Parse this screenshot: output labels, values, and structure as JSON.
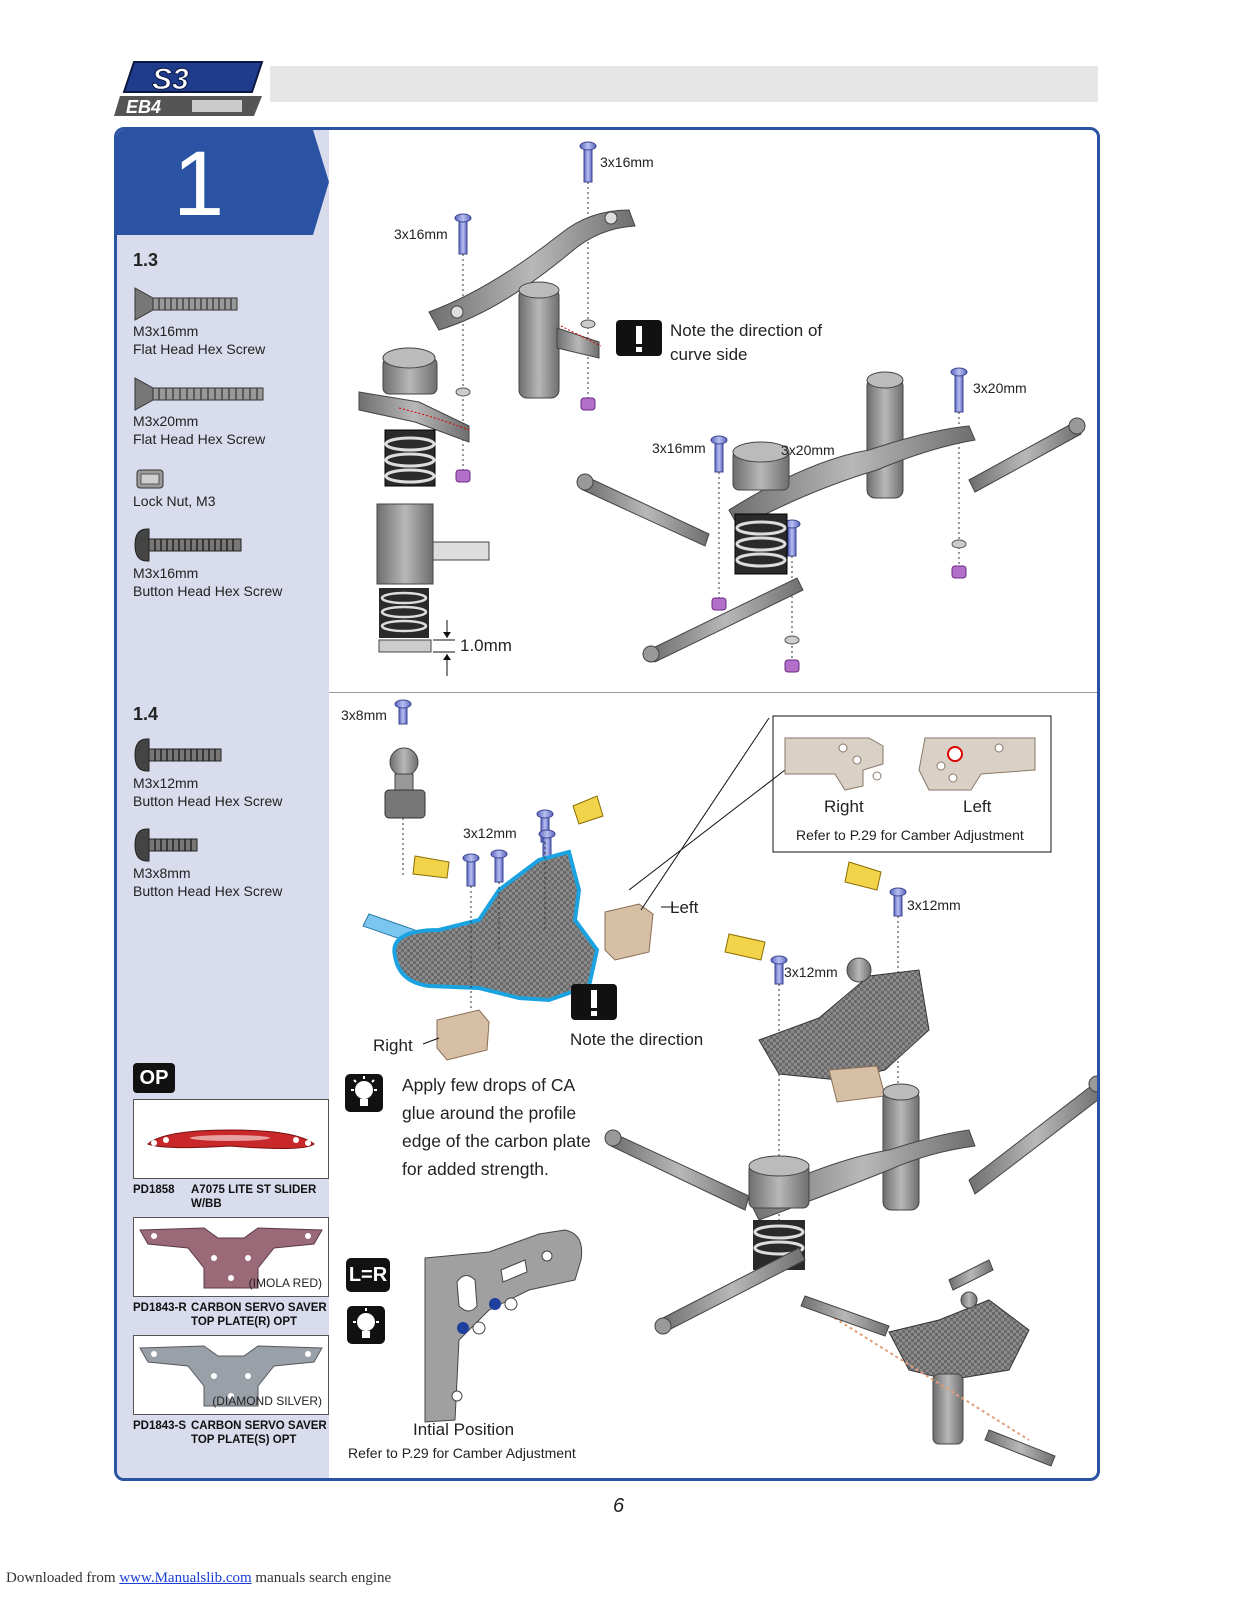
{
  "logo_text": "S3 EB4",
  "step": {
    "number": "1"
  },
  "section_1_3": {
    "heading": "1.3",
    "parts": [
      {
        "size": "M3x16mm",
        "name": "Flat Head Hex Screw",
        "icon": "flat-head-screw-icon"
      },
      {
        "size": "M3x20mm",
        "name": "Flat Head Hex Screw",
        "icon": "flat-head-screw-icon"
      },
      {
        "size": "",
        "name": "Lock Nut, M3",
        "icon": "lock-nut-icon"
      },
      {
        "size": "M3x16mm",
        "name": "Button Head Hex Screw",
        "icon": "button-head-screw-icon"
      }
    ],
    "labels": {
      "screw_top": "3x16mm",
      "screw_left": "3x16mm",
      "screw_right_a": "3x16mm",
      "screw_right_b": "3x20mm",
      "screw_right_c": "3x20mm",
      "gap": "1.0mm"
    },
    "note": {
      "line1": "Note the direction of",
      "line2": "curve side"
    }
  },
  "section_1_4": {
    "heading": "1.4",
    "parts": [
      {
        "size": "M3x12mm",
        "name": "Button Head Hex Screw",
        "icon": "button-head-screw-icon"
      },
      {
        "size": "M3x8mm",
        "name": "Button Head Hex Screw",
        "icon": "button-head-screw-icon"
      }
    ],
    "labels": {
      "screw_8": "3x8mm",
      "screw_12_a": "3x12mm",
      "screw_12_b": "3x12mm",
      "screw_12_c": "3x12mm",
      "left": "Left",
      "right": "Right"
    },
    "note_direction": "Note the direction",
    "inset": {
      "right": "Right",
      "left": "Left",
      "refer": "Refer to P.29 for Camber Adjustment"
    },
    "tip": {
      "line1": "Apply few drops of CA",
      "line2": "glue around the profile",
      "line3": "edge of the carbon plate",
      "line4": "for added strength."
    },
    "lr_badge": "L=R",
    "initial_position": "Intial Position",
    "initial_refer": "Refer to P.29 for Camber Adjustment"
  },
  "options": {
    "badge": "OP",
    "items": [
      {
        "code": "PD1858",
        "desc": "A7075 LITE ST SLIDER W/BB",
        "tag": "",
        "color": "#c8282a"
      },
      {
        "code": "PD1843-R",
        "desc": "CARBON SERVO SAVER TOP PLATE(R) OPT",
        "tag": "(IMOLA RED)",
        "color": "#9a6a78"
      },
      {
        "code": "PD1843-S",
        "desc": "CARBON SERVO SAVER TOP PLATE(S) OPT",
        "tag": "(DIAMOND SILVER)",
        "color": "#9aa0a8"
      }
    ]
  },
  "page_number": "6",
  "footer": {
    "prefix": "Downloaded from ",
    "link": "www.Manualslib.com",
    "suffix": " manuals search engine"
  },
  "colors": {
    "frame": "#2b53a3",
    "sidebar": "#d9dcec",
    "screw": "#7f88d6",
    "nut": "#b36fc9",
    "part_grey": "#8a8a8a"
  }
}
